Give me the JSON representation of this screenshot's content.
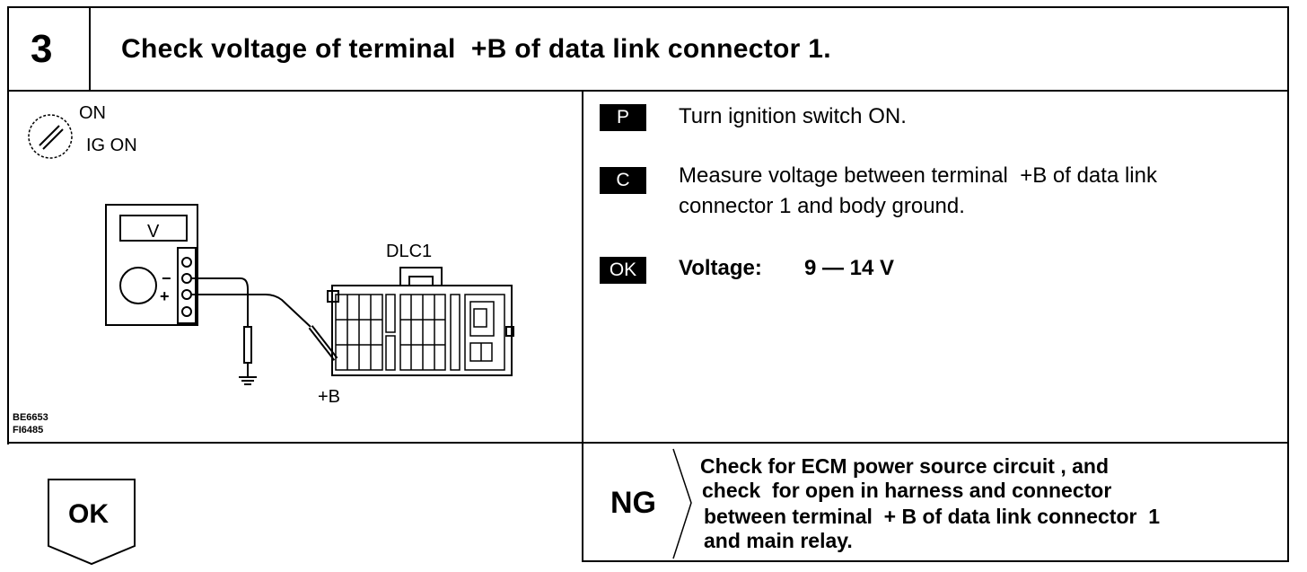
{
  "header": {
    "step_number": "3",
    "title": "Check voltage of terminal  +B of data link connector 1."
  },
  "illustration": {
    "ignition_label_on": "ON",
    "ignition_label_ig": "IG ON",
    "meter_unit": "V",
    "meter_minus": "−",
    "meter_plus": "+",
    "connector_label": "DLC1",
    "terminal_label": "+B",
    "figure_code_1": "BE6653",
    "figure_code_2": "FI6485",
    "ignition_icon": "ignition-switch-icon",
    "meter_icon": "voltmeter-icon",
    "connector_icon": "dlc1-connector-icon",
    "ground_icon": "ground-icon"
  },
  "instructions": [
    {
      "badge": "P",
      "text": "Turn ignition switch ON."
    },
    {
      "badge": "C",
      "text_line1": "Measure voltage between terminal  +B of data link",
      "text_line2": "connector 1 and body ground."
    },
    {
      "badge": "OK",
      "label": "Voltage:",
      "value": "9 — 14 V"
    }
  ],
  "results": {
    "ok_label": "OK",
    "ng_label": "NG",
    "ng_text": [
      "Check for ECM power source circuit , and",
      "check  for open in harness and connector",
      "between terminal  + B of data link connector  1",
      "and main relay."
    ]
  }
}
